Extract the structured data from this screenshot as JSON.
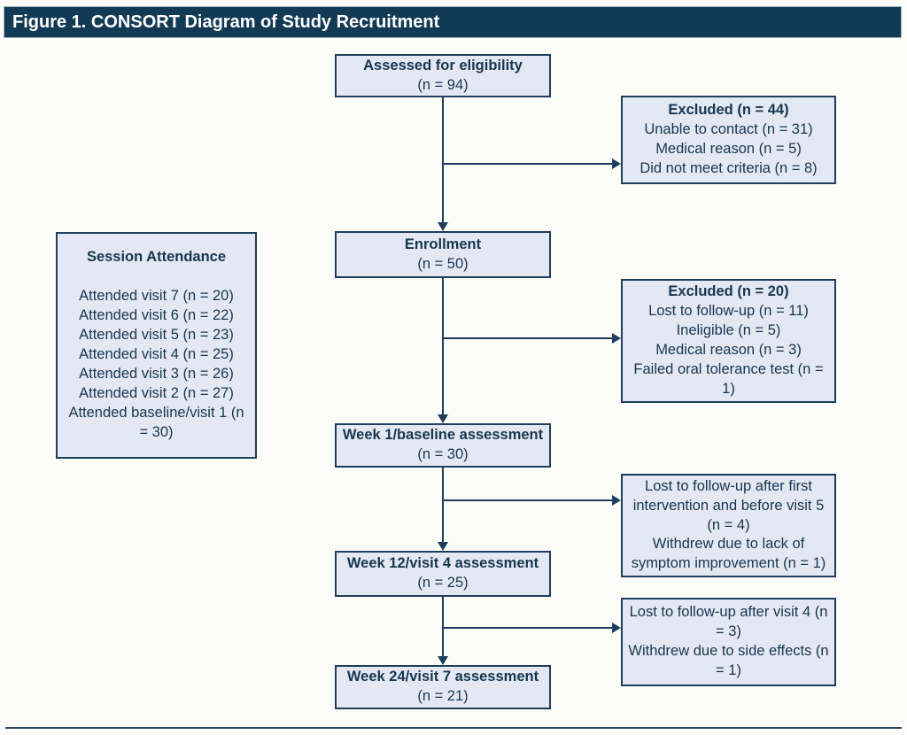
{
  "title": "Figure 1. CONSORT Diagram of Study Recruitment",
  "colors": {
    "title_bar": "#123a54",
    "box_fill": "#e4e8f3",
    "box_border": "#1e3e5d",
    "text": "#16364f",
    "connector": "#1e3e5d"
  },
  "flow": {
    "assessed": {
      "title": "Assessed for eligibility",
      "n": "(n = 94)"
    },
    "enrollment": {
      "title": "Enrollment",
      "n": "(n = 50)"
    },
    "week1": {
      "title": "Week 1/baseline assessment",
      "n": "(n = 30)"
    },
    "week12": {
      "title": "Week 12/visit 4 assessment",
      "n": "(n = 25)"
    },
    "week24": {
      "title": "Week 24/visit 7 assessment",
      "n": "(n = 21)"
    }
  },
  "side_boxes": {
    "excluded1": {
      "title": "Excluded (n = 44)",
      "lines": [
        "Unable to contact (n = 31)",
        "Medical reason (n = 5)",
        "Did not meet criteria (n = 8)"
      ]
    },
    "excluded2": {
      "title": "Excluded (n = 20)",
      "lines": [
        "Lost to follow-up (n = 11)",
        "Ineligible (n = 5)",
        "Medical reason (n = 3)",
        "Failed oral tolerance test (n = 1)"
      ]
    },
    "lost1": {
      "lines": [
        "Lost to follow-up after first intervention and before visit 5 (n = 4)",
        "Withdrew due to lack of symptom improvement (n = 1)"
      ]
    },
    "lost2": {
      "lines": [
        "Lost to follow-up after visit 4 (n = 3)",
        "Withdrew due to side effects (n = 1)"
      ]
    }
  },
  "session_attendance": {
    "title": "Session Attendance",
    "lines": [
      "Attended visit 7 (n = 20)",
      "Attended visit 6 (n = 22)",
      "Attended visit 5 (n = 23)",
      "Attended visit 4 (n = 25)",
      "Attended visit 3 (n = 26)",
      "Attended visit 2 (n = 27)",
      "Attended baseline/visit 1 (n = 30)"
    ]
  }
}
